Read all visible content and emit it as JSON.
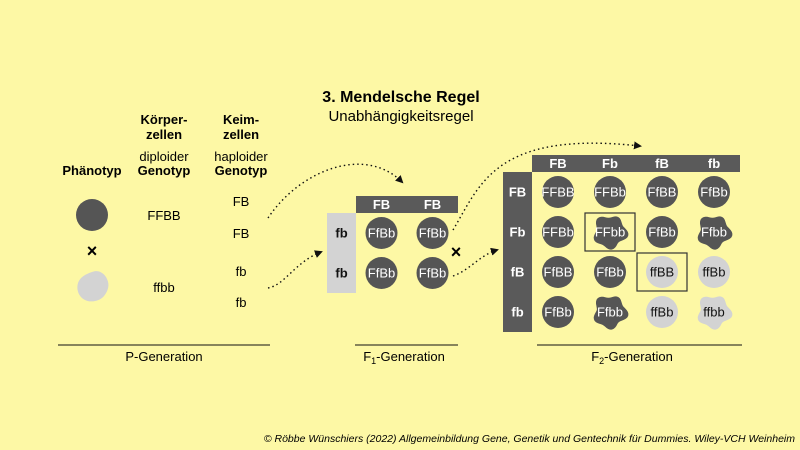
{
  "title": "3. Mendelsche Regel",
  "subtitle": "Unabhängigkeitsregel",
  "colors": {
    "background": "#fdf8a5",
    "dark_gray": "#555555",
    "light_gray": "#d3d3d3",
    "header_gray": "#5a5a5a",
    "text_dark": "#111111",
    "text_light": "#ffffff"
  },
  "p_generation": {
    "headers": {
      "phenotype": "Phänotyp",
      "body_cells_line1": "Körper-",
      "body_cells_line2": "zellen",
      "germ_cells_line1": "Keim-",
      "germ_cells_line2": "zellen",
      "diploid": "diploider",
      "haploid": "haploider",
      "genotype": "Genotyp"
    },
    "parent1": {
      "genotype": "FFBB",
      "gametes": [
        "FB",
        "FB"
      ],
      "phenotype": "dark-round"
    },
    "cross_symbol": "×",
    "parent2": {
      "genotype": "ffbb",
      "gametes": [
        "fb",
        "fb"
      ],
      "phenotype": "light-wavy"
    },
    "label": "P-Generation"
  },
  "f1_generation": {
    "col_headers": [
      "FB",
      "FB"
    ],
    "row_headers": [
      "fb",
      "fb"
    ],
    "cells": [
      [
        {
          "genotype": "FfBb",
          "phenotype": "dark-round"
        },
        {
          "genotype": "FfBb",
          "phenotype": "dark-round"
        }
      ],
      [
        {
          "genotype": "FfBb",
          "phenotype": "dark-round"
        },
        {
          "genotype": "FfBb",
          "phenotype": "dark-round"
        }
      ]
    ],
    "cross_symbol": "×",
    "label_prefix": "F",
    "label_sub": "1",
    "label_suffix": "-Generation"
  },
  "f2_generation": {
    "col_headers": [
      "FB",
      "Fb",
      "fB",
      "fb"
    ],
    "row_headers": [
      "FB",
      "Fb",
      "fB",
      "fb"
    ],
    "cells": [
      [
        {
          "genotype": "FFBB",
          "phenotype": "dark-round"
        },
        {
          "genotype": "FFBb",
          "phenotype": "dark-round"
        },
        {
          "genotype": "FfBB",
          "phenotype": "dark-round"
        },
        {
          "genotype": "FfBb",
          "phenotype": "dark-round"
        }
      ],
      [
        {
          "genotype": "FFBb",
          "phenotype": "dark-round"
        },
        {
          "genotype": "FFbb",
          "phenotype": "dark-wavy",
          "highlighted": true
        },
        {
          "genotype": "FfBb",
          "phenotype": "dark-round"
        },
        {
          "genotype": "Ffbb",
          "phenotype": "dark-wavy"
        }
      ],
      [
        {
          "genotype": "FfBB",
          "phenotype": "dark-round"
        },
        {
          "genotype": "FfBb",
          "phenotype": "dark-round"
        },
        {
          "genotype": "ffBB",
          "phenotype": "light-round",
          "highlighted": true
        },
        {
          "genotype": "ffBb",
          "phenotype": "light-round"
        }
      ],
      [
        {
          "genotype": "FfBb",
          "phenotype": "dark-round"
        },
        {
          "genotype": "Ffbb",
          "phenotype": "dark-wavy"
        },
        {
          "genotype": "ffBb",
          "phenotype": "light-round"
        },
        {
          "genotype": "ffbb",
          "phenotype": "light-wavy"
        }
      ]
    ],
    "label_prefix": "F",
    "label_sub": "2",
    "label_suffix": "-Generation"
  },
  "copyright": "© Röbbe Wünschiers (2022) Allgemeinbildung Gene, Genetik und Gentechnik für Dummies. Wiley-VCH Weinheim"
}
